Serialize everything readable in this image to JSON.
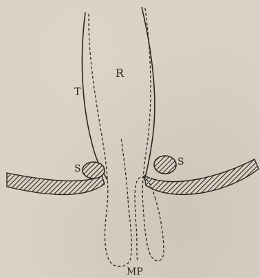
{
  "figure": {
    "labels": {
      "r": "R",
      "t": "T",
      "s_left": "S",
      "s_right": "S",
      "mp": "MP"
    }
  },
  "colors": {
    "background": "#d9d1c3",
    "ink": "#2a2622"
  }
}
